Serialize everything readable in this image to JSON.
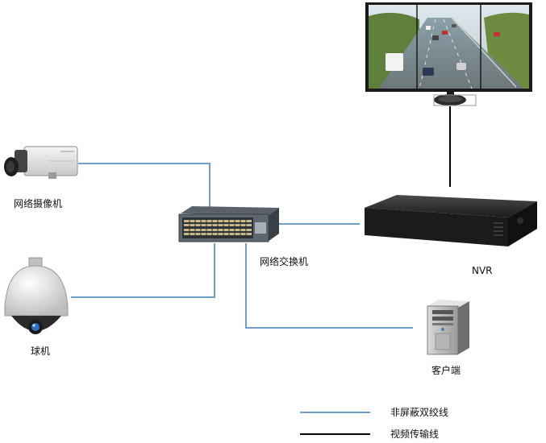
{
  "devices": {
    "ip_camera": {
      "label": "网络摄像机"
    },
    "dome_camera": {
      "label": "球机"
    },
    "network_switch": {
      "label": "网络交换机"
    },
    "nvr": {
      "label": "NVR"
    },
    "client_pc": {
      "label": "客户端"
    },
    "monitor": {
      "label": ""
    }
  },
  "legend": {
    "items": [
      {
        "label": "非屏蔽双绞线",
        "color": "#6f9fc8"
      },
      {
        "label": "视频传输线",
        "color": "#000000"
      }
    ]
  },
  "colors": {
    "utp_line": "#6f9fc8",
    "video_line": "#000000"
  }
}
